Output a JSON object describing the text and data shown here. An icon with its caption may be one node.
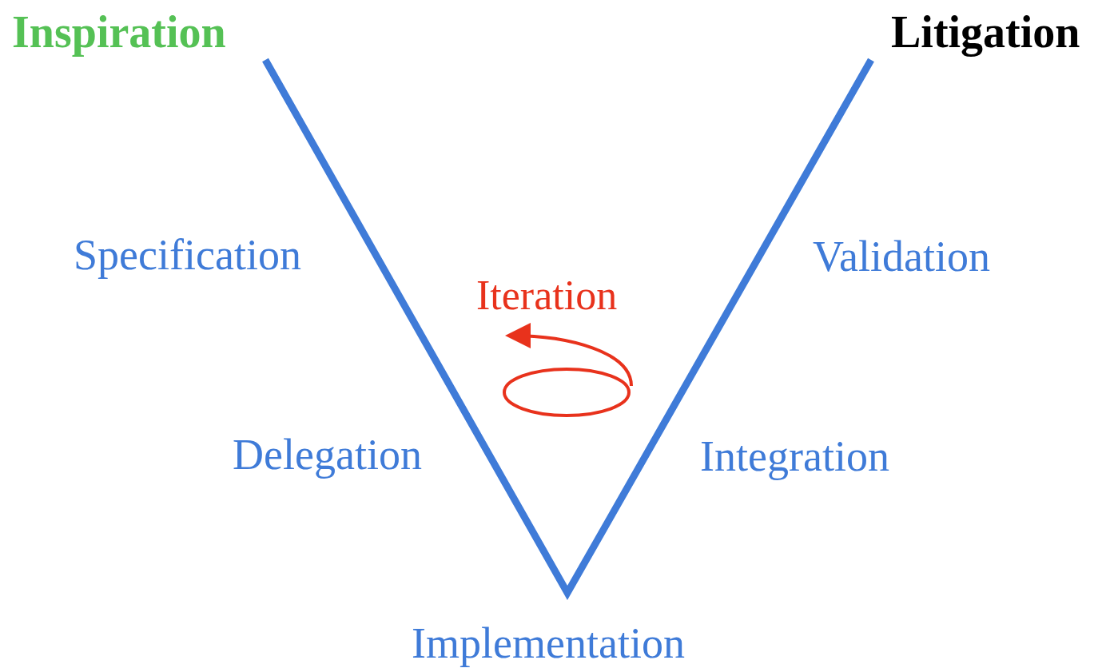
{
  "diagram": {
    "labels": [
      "Inspiration",
      "Litigation",
      "Specification",
      "Validation",
      "Iteration",
      "Delegation",
      "Integration",
      "Implementation"
    ]
  }
}
